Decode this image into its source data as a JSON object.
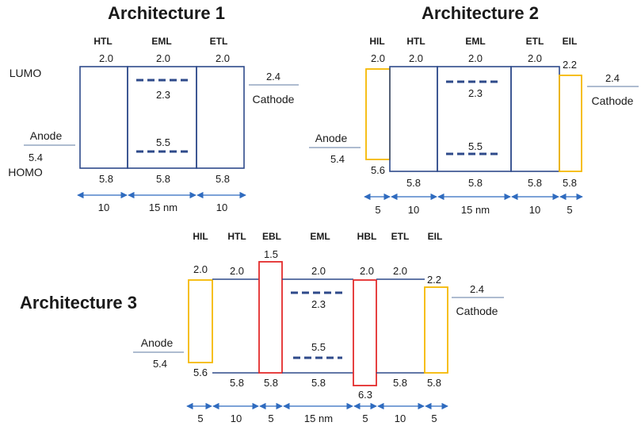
{
  "colors": {
    "box": "#2e4a8a",
    "yellow": "#f5b800",
    "red": "#e32b2b",
    "arrow": "#2f6bbf",
    "line": "#7d93b4"
  },
  "architectures": [
    {
      "title": "Architecture 1",
      "anode_label": "Anode",
      "anode_value": "5.4",
      "cathode_label": "Cathode",
      "cathode_value": "2.4",
      "lumo_label": "LUMO",
      "homo_label": "HOMO",
      "layers": [
        {
          "name": "HTL",
          "lumo": "2.0",
          "homo": "5.8",
          "thickness": "10"
        },
        {
          "name": "EML",
          "lumo": "2.0",
          "homo": "5.8",
          "thickness": "15 nm",
          "dopant_lumo": "2.3",
          "dopant_homo": "5.5"
        },
        {
          "name": "ETL",
          "lumo": "2.0",
          "homo": "5.8",
          "thickness": "10"
        }
      ]
    },
    {
      "title": "Architecture 2",
      "anode_label": "Anode",
      "anode_value": "5.4",
      "cathode_label": "Cathode",
      "cathode_value": "2.4",
      "layers": [
        {
          "name": "HIL",
          "lumo": "2.0",
          "homo": "5.6",
          "thickness": "5"
        },
        {
          "name": "HTL",
          "lumo": "2.0",
          "homo": "5.8",
          "thickness": "10"
        },
        {
          "name": "EML",
          "lumo": "2.0",
          "homo": "5.8",
          "thickness": "15 nm",
          "dopant_lumo": "2.3",
          "dopant_homo": "5.5"
        },
        {
          "name": "ETL",
          "lumo": "2.0",
          "homo": "5.8",
          "thickness": "10"
        },
        {
          "name": "EIL",
          "lumo": "2.2",
          "homo": "5.8",
          "thickness": "5"
        }
      ]
    },
    {
      "title": "Architecture 3",
      "anode_label": "Anode",
      "anode_value": "5.4",
      "cathode_label": "Cathode",
      "cathode_value": "2.4",
      "layers": [
        {
          "name": "HIL",
          "lumo": "2.0",
          "homo": "5.6",
          "thickness": "5"
        },
        {
          "name": "HTL",
          "lumo": "2.0",
          "homo": "5.8",
          "thickness": "10"
        },
        {
          "name": "EBL",
          "lumo": "1.5",
          "homo": "5.8",
          "thickness": "5"
        },
        {
          "name": "EML",
          "lumo": "2.0",
          "homo": "5.8",
          "thickness": "15 nm",
          "dopant_lumo": "2.3",
          "dopant_homo": "5.5"
        },
        {
          "name": "HBL",
          "lumo": "2.0",
          "homo": "6.3",
          "thickness": "5"
        },
        {
          "name": "ETL",
          "lumo": "2.0",
          "homo": "5.8",
          "thickness": "10"
        },
        {
          "name": "EIL",
          "lumo": "2.2",
          "homo": "5.8",
          "thickness": "5"
        }
      ]
    }
  ]
}
